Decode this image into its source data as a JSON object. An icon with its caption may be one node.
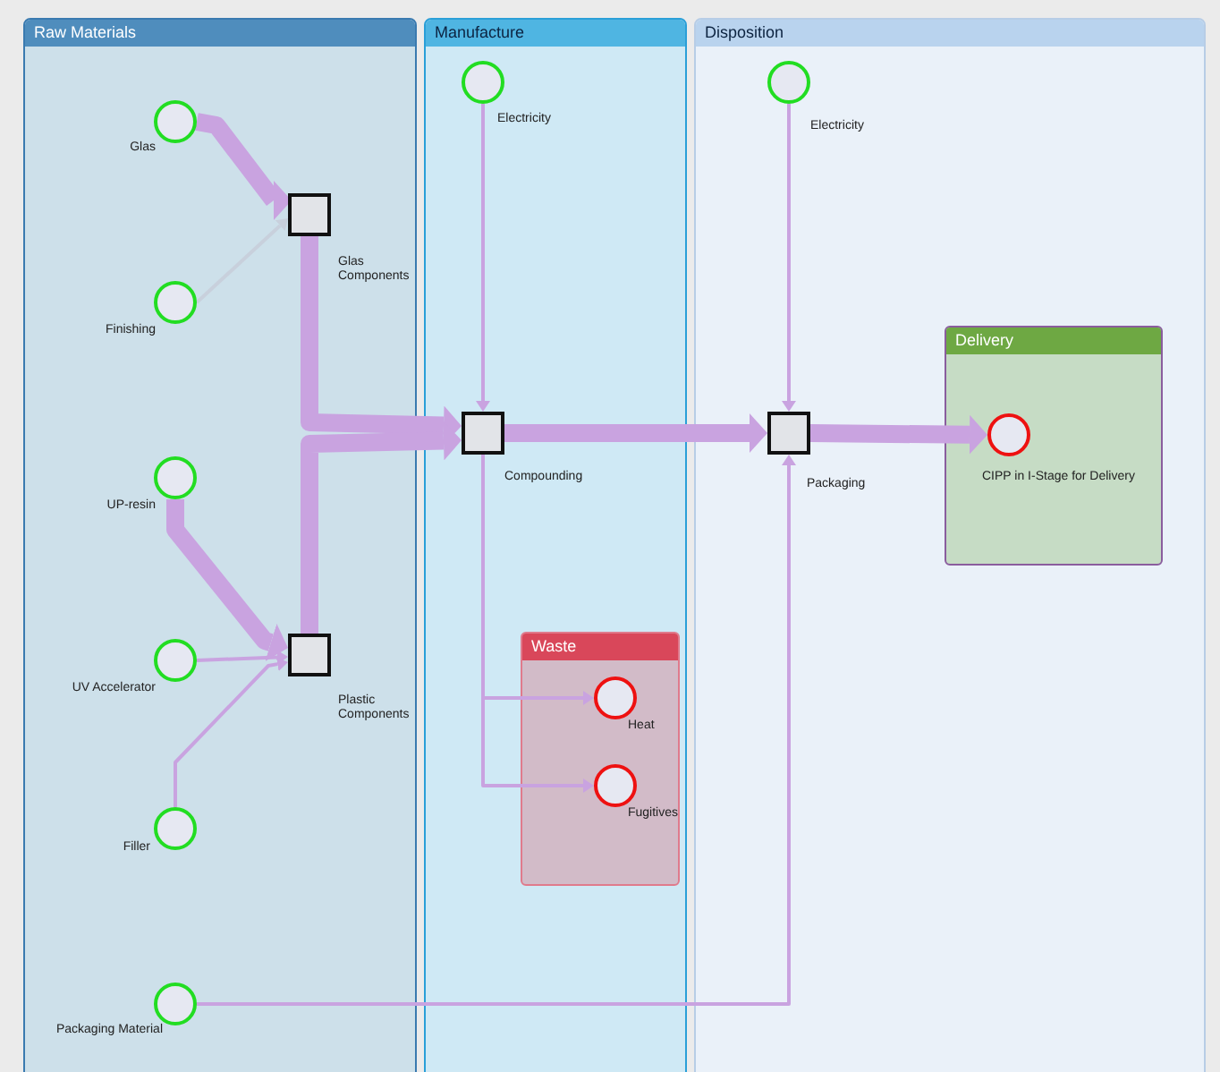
{
  "diagram": {
    "nodes": [
      {
        "text": [
          "Raw Materials"
        ]
      },
      {
        "text": [
          "Manufacture"
        ]
      },
      {
        "text": [
          "Disposition"
        ]
      },
      {
        "text": [
          "Glas"
        ],
        "in": 0
      },
      {
        "text": [
          "Finishing"
        ],
        "in": 0
      },
      {
        "text": [
          "UP-resin"
        ],
        "in": 0
      },
      {
        "text": [
          "UV Accelerator"
        ],
        "in": 0
      },
      {
        "text": [
          "Filler"
        ],
        "in": 0
      },
      {
        "text": [
          "Packaging Material"
        ],
        "in": 0
      },
      {
        "text": [
          "Glas Components"
        ],
        "in": 0
      },
      {
        "text": [
          "Plastic Components"
        ],
        "in": 0
      },
      {
        "text": [
          "Electricity"
        ],
        "in": 1
      },
      {
        "text": [
          "Compounding"
        ],
        "in": 1
      },
      {
        "text": [
          "Waste"
        ],
        "in": 1
      },
      {
        "text": [
          "Heat"
        ],
        "in": 13
      },
      {
        "text": [
          "Fugitives"
        ],
        "in": 13
      },
      {
        "text": [
          "Electricity"
        ],
        "in": 2
      },
      {
        "text": [
          "Packaging"
        ],
        "in": 2
      },
      {
        "text": [
          "Delivery"
        ],
        "in": 2
      },
      {
        "text": [
          "CIPP in I-Stage for Delivery"
        ],
        "in": 18
      }
    ],
    "edges": [
      {
        "from": 3,
        "to": 9,
        "arrow": "to",
        "style": "thick"
      },
      {
        "from": 4,
        "to": 9,
        "arrow": "to",
        "color": "#c8d0dc"
      },
      {
        "from": 5,
        "to": 10,
        "arrow": "to",
        "style": "thick"
      },
      {
        "from": 6,
        "to": 10,
        "arrow": "to"
      },
      {
        "from": 7,
        "to": 10,
        "arrow": "to"
      },
      {
        "from": 9,
        "to": 12,
        "arrow": "to",
        "style": "thick"
      },
      {
        "from": 10,
        "to": 12,
        "arrow": "to",
        "style": "thick"
      },
      {
        "from": 11,
        "to": 12,
        "arrow": "to"
      },
      {
        "from": 12,
        "to": 17,
        "arrow": "to",
        "style": "thick"
      },
      {
        "from": 12,
        "to": 14,
        "arrow": "to"
      },
      {
        "from": 12,
        "to": 15,
        "arrow": "to"
      },
      {
        "from": 16,
        "to": 17,
        "arrow": "to"
      },
      {
        "from": 8,
        "to": 17,
        "arrow": "to"
      },
      {
        "from": 17,
        "to": 19,
        "arrow": "to",
        "style": "thick"
      }
    ]
  }
}
